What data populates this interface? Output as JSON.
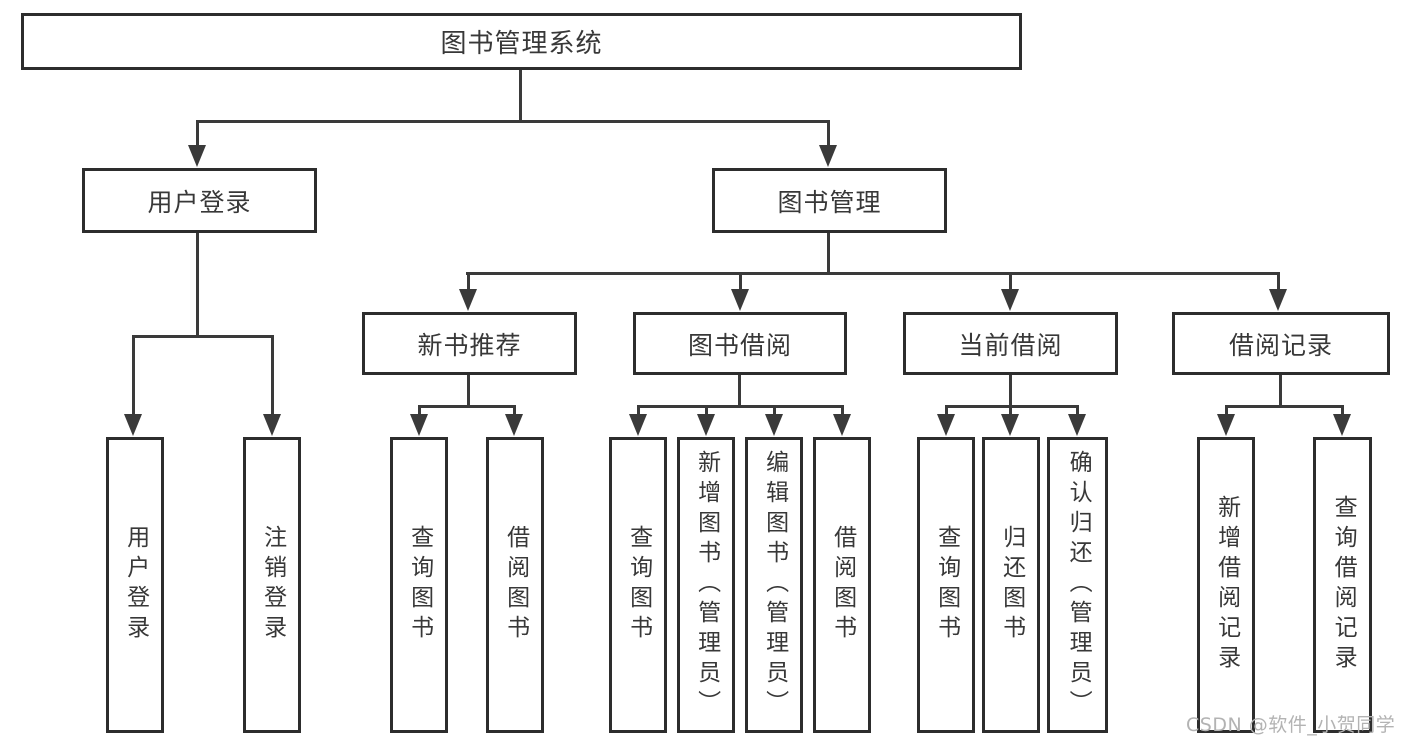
{
  "diagram_title": "图书管理系统",
  "nodes": {
    "root": "图书管理系统",
    "level2": [
      "用户登录",
      "图书管理"
    ],
    "level3": [
      "新书推荐",
      "图书借阅",
      "当前借阅",
      "借阅记录"
    ],
    "leaves_user": [
      "用户登录",
      "注销登录"
    ],
    "leaves_new_book": [
      "查询图书",
      "借阅图书"
    ],
    "leaves_book_borrow": [
      "查询图书",
      "新增图书（管理员）",
      "编辑图书（管理员）",
      "借阅图书"
    ],
    "leaves_current": [
      "查询图书",
      "归还图书",
      "确认归还（管理员）"
    ],
    "leaves_record": [
      "新增借阅记录",
      "查询借阅记录"
    ]
  },
  "watermark": {
    "text": "CSDN @软件_小贺同学"
  },
  "colors": {
    "line": "#3a3a3a",
    "border": "#2d2d2d",
    "text": "#383838",
    "background": "#ffffff",
    "watermark": "#b3b3b3"
  }
}
